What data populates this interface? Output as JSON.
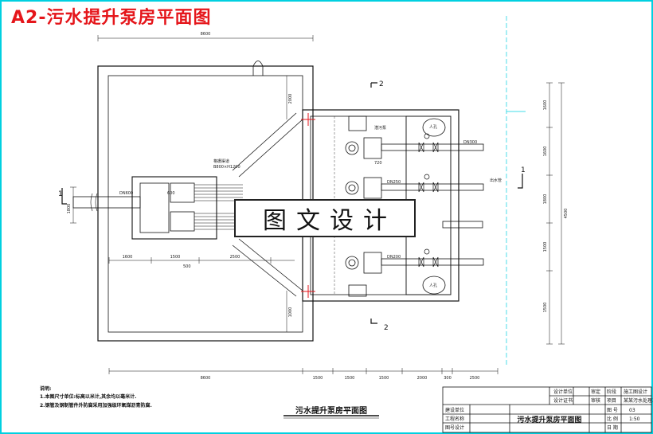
{
  "sheet_title": "A2-污水提升泵房平面图",
  "watermark": "图文设计",
  "drawing_title": "污水提升泵房平面图",
  "notes": {
    "heading": "说明:",
    "line1": "1.本图尺寸单位:标高以米计,其余均以毫米计.",
    "line2": "2.钢管及钢制管件外防腐采用加强级环氧煤沥青防腐."
  },
  "section_marks": {
    "top": "2",
    "bottom": "2",
    "left": "1",
    "right": "1"
  },
  "labels": {
    "inlet_pipe": "DN600",
    "grille": "格栅渠道",
    "grille_spec": "B800×H1200",
    "pump": "潜污泵",
    "manhole_a": "人孔",
    "manhole_b": "人孔",
    "outlet_label": "出水管",
    "pipe_dn300": "DN300",
    "pipe_dn250": "DN250",
    "pipe_dn200": "DN200",
    "dim_720": "720",
    "dim_500": "500",
    "dim_600": "600"
  },
  "dimensions": {
    "top_total": "8600",
    "left_total": "1800",
    "bottom_total": "8600",
    "bottom_1": "1500",
    "bottom_2": "1500",
    "bottom_3": "1500",
    "bottom_4": "2000",
    "bottom_5": "300",
    "bottom_6": "2500",
    "mid_1": "1600",
    "mid_2": "1500",
    "mid_3": "2500",
    "right_1": "1600",
    "right_2": "1600",
    "right_3": "1800",
    "right_4": "1500",
    "right_5": "1500",
    "right_total": "4500",
    "left_1": "2000",
    "left_2": "1000"
  },
  "title_block": {
    "r1c1": "设计单位",
    "r1c2": "审定",
    "r1c3": "阶段",
    "r1c4": "施工图设计",
    "r2c1": "设计证书",
    "r2c2": "审核",
    "r2c3": "项目",
    "r2c4": "某某污水处理工程",
    "left_1": "建设单位",
    "left_2": "工程名称",
    "left_3": "图号设计",
    "center": "污水提升泵房平面图",
    "right_a": "图 号",
    "right_b": "03",
    "right_c": "比 例",
    "right_d": "1:50",
    "right_e": "日 期"
  }
}
